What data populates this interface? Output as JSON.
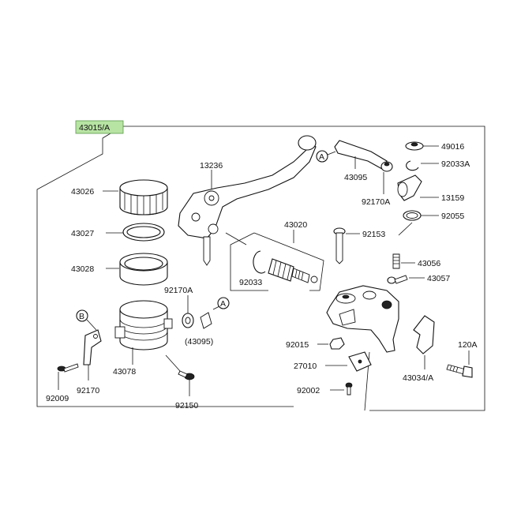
{
  "assembly": {
    "part_number": "43015/A",
    "highlight_color": "#b7e3a3"
  },
  "callouts": {
    "a": "A",
    "b": "B"
  },
  "parts": {
    "p13236": "13236",
    "p43026": "43026",
    "p43027": "43027",
    "p43028": "43028",
    "p43020": "43020",
    "p92033": "92033",
    "p92170a": "92170A",
    "p43095_ref": "(43095)",
    "p43078": "43078",
    "p92170": "92170",
    "p92009": "92009",
    "p92150": "92150",
    "p43095": "43095",
    "p92170a_2": "92170A",
    "p49016": "49016",
    "p92033a": "92033A",
    "p13159": "13159",
    "p92055": "92055",
    "p92153": "92153",
    "p43056": "43056",
    "p43057": "43057",
    "p92015": "92015",
    "p27010": "27010",
    "p92002": "92002",
    "p120a": "120A",
    "p43034a": "43034/A"
  }
}
